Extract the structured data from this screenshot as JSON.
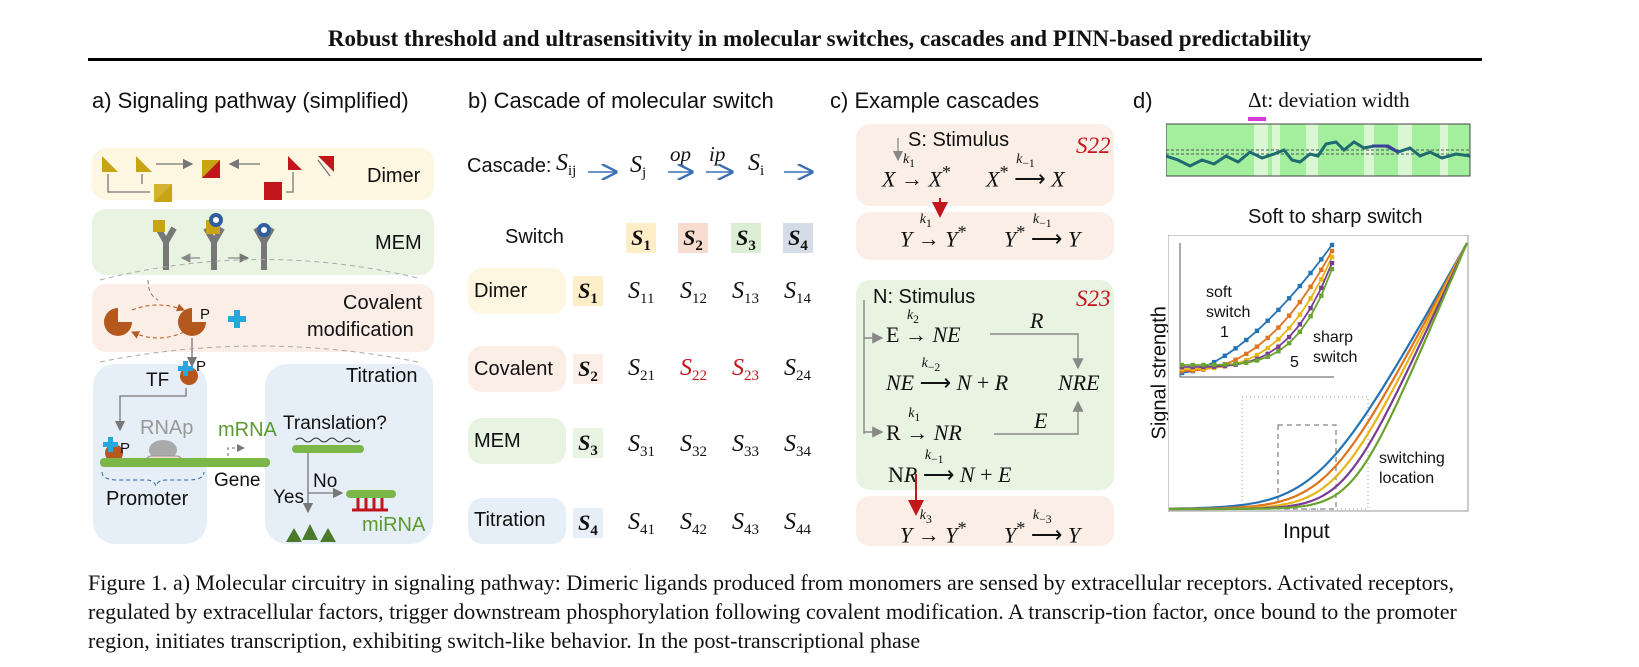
{
  "title": "Robust threshold and ultrasensitivity in molecular switches, cascades and PINN-based predictability",
  "panels": {
    "a": {
      "label": "a) Signaling pathway (simplified)",
      "rows": [
        "Dimer",
        "MEM",
        "Covalent",
        "modification",
        "Titration"
      ],
      "labels": {
        "tf": "TF",
        "rnap": "RNAp",
        "mrna": "mRNA",
        "translation": "Translation?",
        "promoter": "Promoter",
        "gene": "Gene",
        "yes": "Yes",
        "no": "No",
        "mirna": "miRNA",
        "p1": "P",
        "p2": "P",
        "p3": "P"
      }
    },
    "b": {
      "label": "b) Cascade of molecular switch",
      "cascade_label": "Cascade:",
      "op": "op",
      "ip": "ip",
      "switch_label": "Switch",
      "rows": [
        "Dimer",
        "Covalent",
        "MEM",
        "Titration"
      ]
    },
    "c": {
      "label": "c)  Example cascades",
      "stimulus_s": "S: Stimulus",
      "stimulus_n": "N: Stimulus",
      "s22": "S22",
      "s23": "S23"
    },
    "d": {
      "label": "d)",
      "dt_label": "Δt: deviation width",
      "chart_title": "Soft to sharp switch",
      "ylabel": "Signal strength",
      "xlabel": "Input",
      "inset_soft": "soft",
      "inset_switch": "switch",
      "inset_1": "1",
      "inset_sharp": "sharp",
      "inset_switch2": "switch",
      "inset_5": "5",
      "switching": "switching",
      "location": "location"
    }
  },
  "colors": {
    "dimer": "#fdf6e0",
    "mem": "#e8f3e2",
    "cov": "#fbeee6",
    "tit": "#e6eff8",
    "red": "#c0161c",
    "gold": "#c8a414",
    "teal": "#1e6b70"
  },
  "chart_data": {
    "type": "line",
    "title": "Soft to sharp switch",
    "xlabel": "Input",
    "ylabel": "Signal strength",
    "series": [
      {
        "color": "#2474b5",
        "threshold": 0.5,
        "steep": 1.0
      },
      {
        "color": "#e0731d",
        "threshold": 0.53,
        "steep": 1.15
      },
      {
        "color": "#e8b518",
        "threshold": 0.56,
        "steep": 1.3
      },
      {
        "color": "#7a3b95",
        "threshold": 0.59,
        "steep": 1.45
      },
      {
        "color": "#6aa330",
        "threshold": 0.62,
        "steep": 1.6
      }
    ]
  },
  "caption": "Figure 1. a) Molecular circuitry in signaling pathway: Dimeric ligands produced from monomers are sensed by extracellular receptors. Activated receptors, regulated by extracellular factors, trigger downstream phosphorylation following covalent modification. A transcrip-tion factor, once bound to the promoter region, initiates transcription, exhibiting switch-like behavior. In the post-transcriptional phase"
}
